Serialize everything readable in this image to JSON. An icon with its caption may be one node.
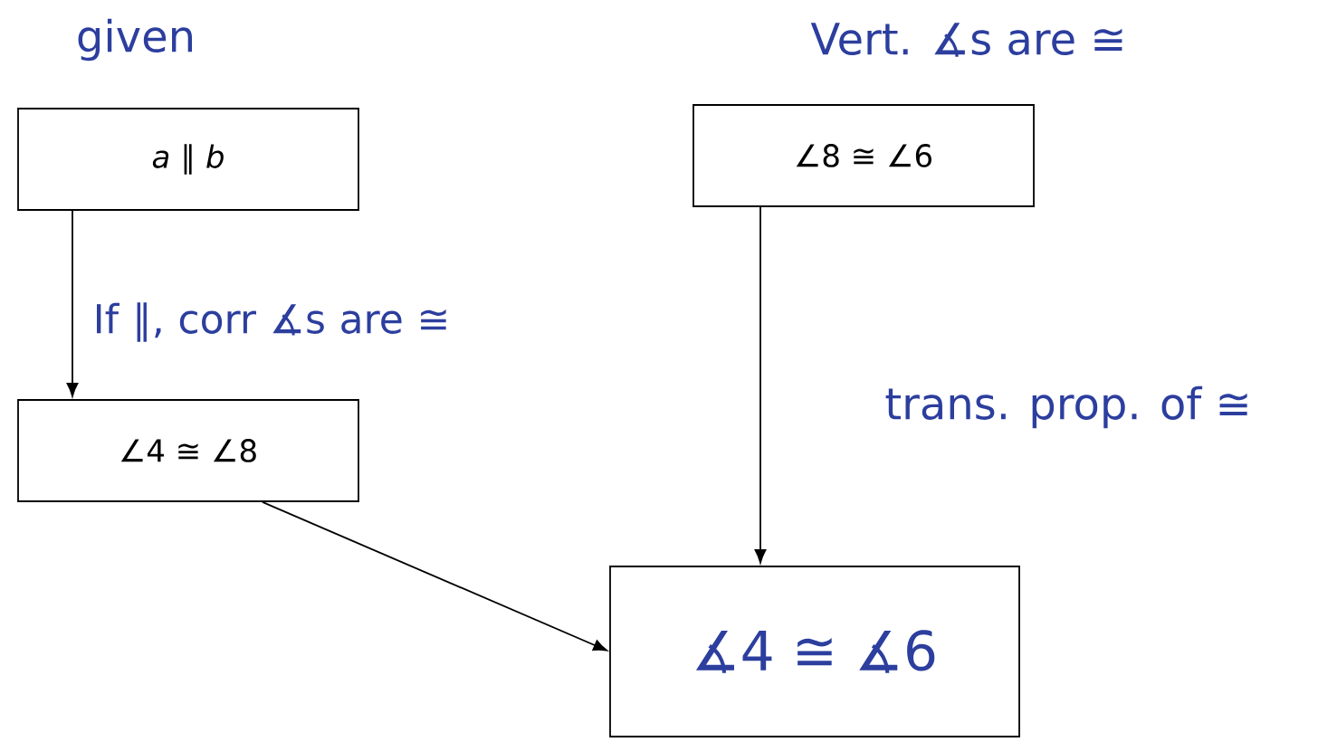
{
  "diagram": {
    "nodes": [
      {
        "text": [
          "*a* ∥ *b*"
        ],
        "beside": [
          "given"
        ]
      },
      {
        "text": [
          "∠8 ≅ ∠6"
        ],
        "beside": [
          "Vert. ∡s are ≅"
        ]
      },
      {
        "text": [
          "∠4 ≅ ∠8"
        ]
      },
      {
        "text": [
          "∡4 ≅ ∡6"
        ],
        "beside": [
          "trans. prop. of ≅"
        ]
      }
    ],
    "edges": [
      {
        "from": 0,
        "to": 2,
        "arrow": "to",
        "label": "If ∥, corr ∡s are ≅"
      },
      {
        "from": 1,
        "to": 3,
        "arrow": "to"
      },
      {
        "from": 2,
        "to": 3,
        "arrow": "to"
      }
    ]
  }
}
